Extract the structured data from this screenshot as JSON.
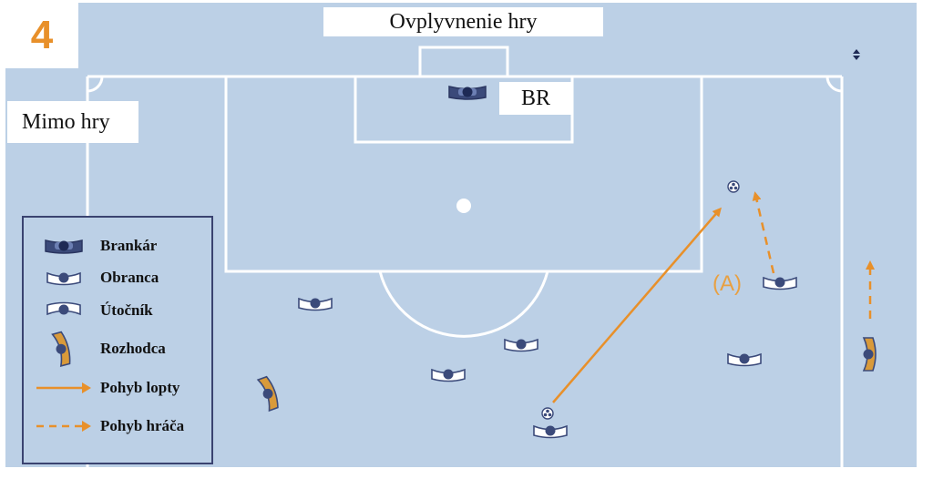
{
  "diagram": {
    "number": "4",
    "title": "Ovplyvnenie hry",
    "offside_label": "Mimo hry",
    "goalkeeper_tag": "BR",
    "annotation": "(A)",
    "legend": {
      "goalkeeper": "Brankár",
      "defender": "Obranca",
      "attacker": "Útočník",
      "referee": "Rozhodca",
      "ball_move": "Pohyb lopty",
      "player_move": "Pohyb hráča"
    }
  },
  "colors": {
    "field": "#bcd0e6",
    "lines": "#ffffff",
    "accent": "#e8902a",
    "player_body": "#3b4a7a",
    "referee": "#d99a3a"
  },
  "icons": [
    "goalkeeper-icon",
    "defender-icon",
    "attacker-icon",
    "referee-icon",
    "ball-icon",
    "ball-arrow-icon",
    "player-arrow-icon"
  ]
}
